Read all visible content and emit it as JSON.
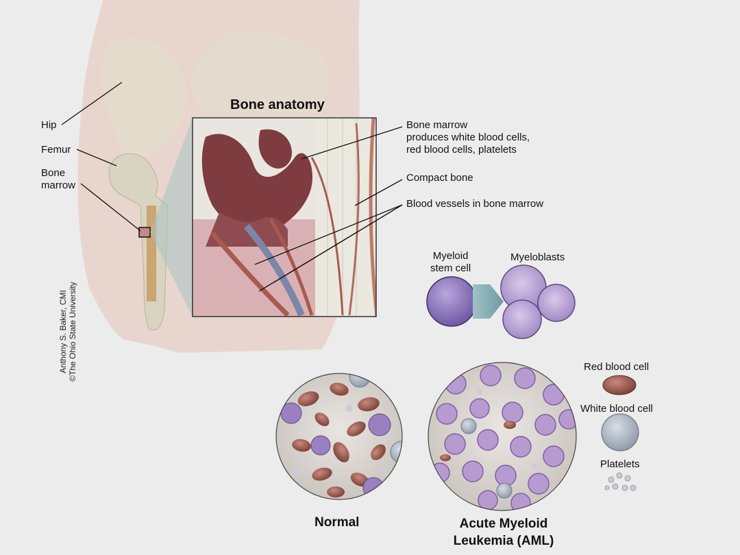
{
  "diagram": {
    "title": "Bone anatomy",
    "labels": {
      "hip": "Hip",
      "femur": "Femur",
      "bone_marrow_left": "Bone\nmarrow",
      "bone_marrow_right": "Bone marrow\nproduces white blood cells,\nred blood cells, platelets",
      "compact_bone": "Compact bone",
      "blood_vessels": "Blood vessels in bone marrow",
      "myeloid_stem_cell": "Myeloid\nstem cell",
      "myeloblasts": "Myeloblasts",
      "red_blood_cell": "Red blood cell",
      "white_blood_cell": "White blood cell",
      "platelets": "Platelets",
      "normal": "Normal",
      "aml": "Acute Myeloid\nLeukemia (AML)"
    },
    "credit": "Anthony S. Baker, CMI\n©The Ohio State University"
  },
  "colors": {
    "background": "#ececec",
    "skin": "#e6d4cc",
    "bone": "#d8d2bf",
    "marrow_dark": "#7e3b40",
    "marrow_pink": "#d9b1b5",
    "vessel": "#a85a4e",
    "vein": "#7b86a8",
    "stem_cell": "#8a74b8",
    "myeloblast": "#b8a4d0",
    "red_cell": "#9a5a50",
    "white_cell": "#aeb7c4",
    "platelet": "#c9cdd6",
    "arrow": "#7fa7ae"
  }
}
